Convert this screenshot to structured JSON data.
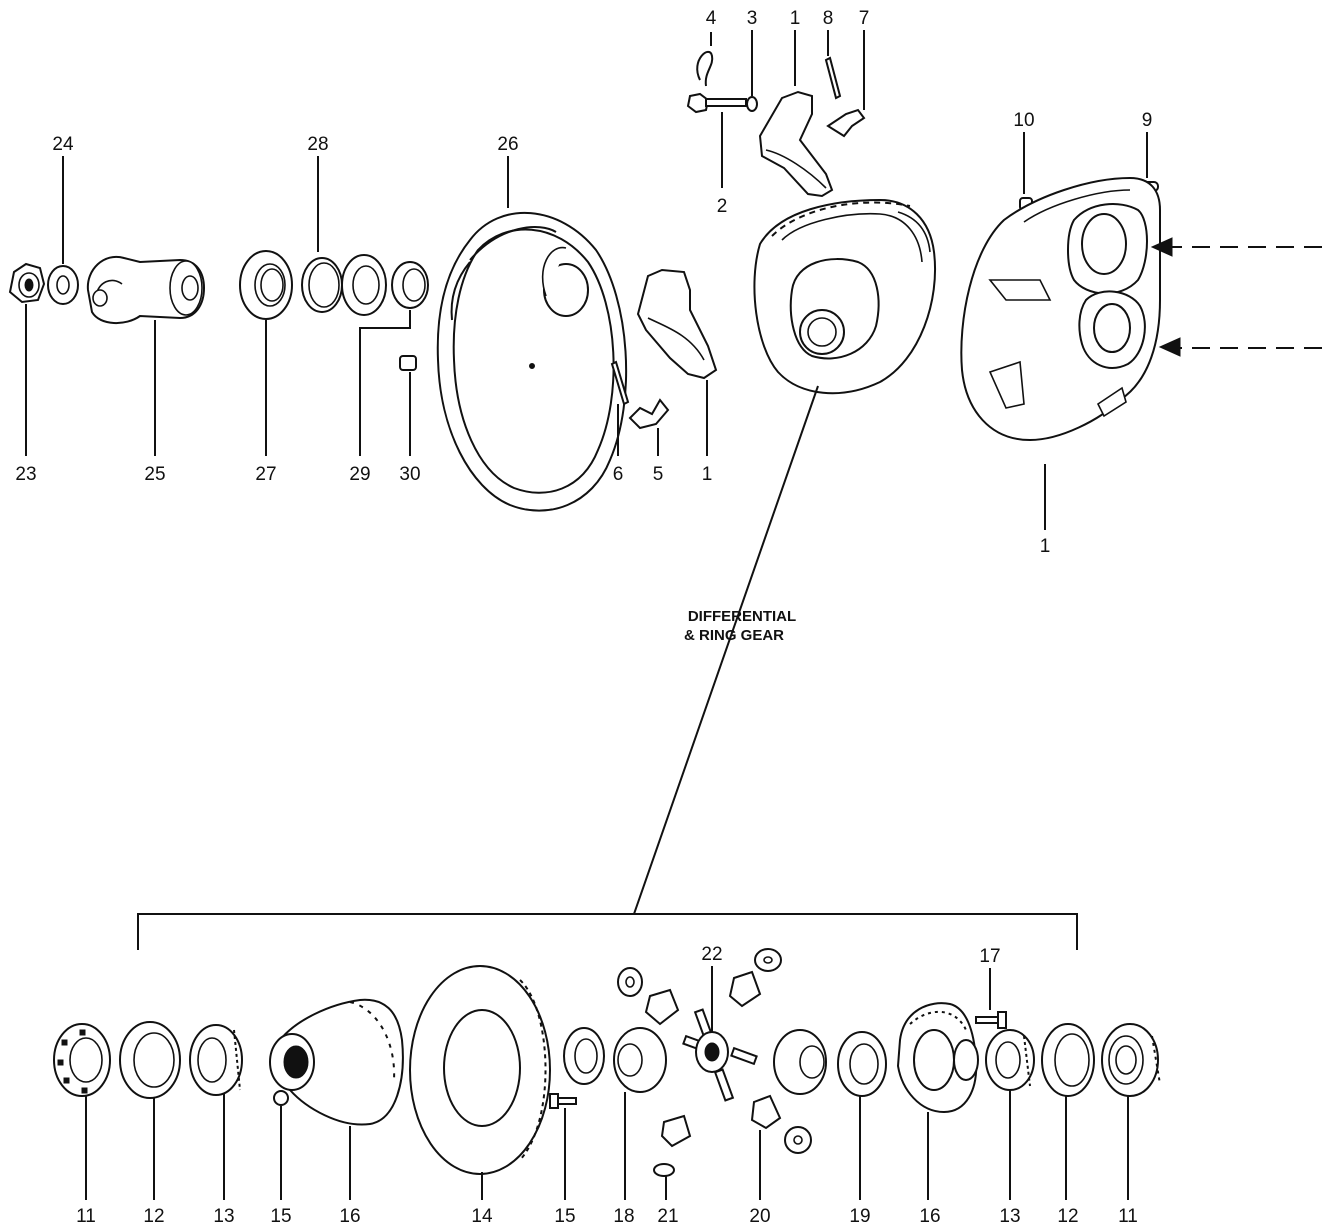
{
  "diagram": {
    "title_lines": [
      "DIFFERENTIAL",
      "& RING GEAR"
    ],
    "labels": [
      "4",
      "3",
      "1",
      "8",
      "7",
      "2",
      "10",
      "9",
      "24",
      "28",
      "26",
      "23",
      "25",
      "27",
      "29",
      "30",
      "6",
      "5",
      "1",
      "1",
      "22",
      "17",
      "11",
      "12",
      "13",
      "15",
      "16",
      "14",
      "15",
      "18",
      "21",
      "20",
      "19",
      "16",
      "13",
      "12",
      "11"
    ]
  }
}
